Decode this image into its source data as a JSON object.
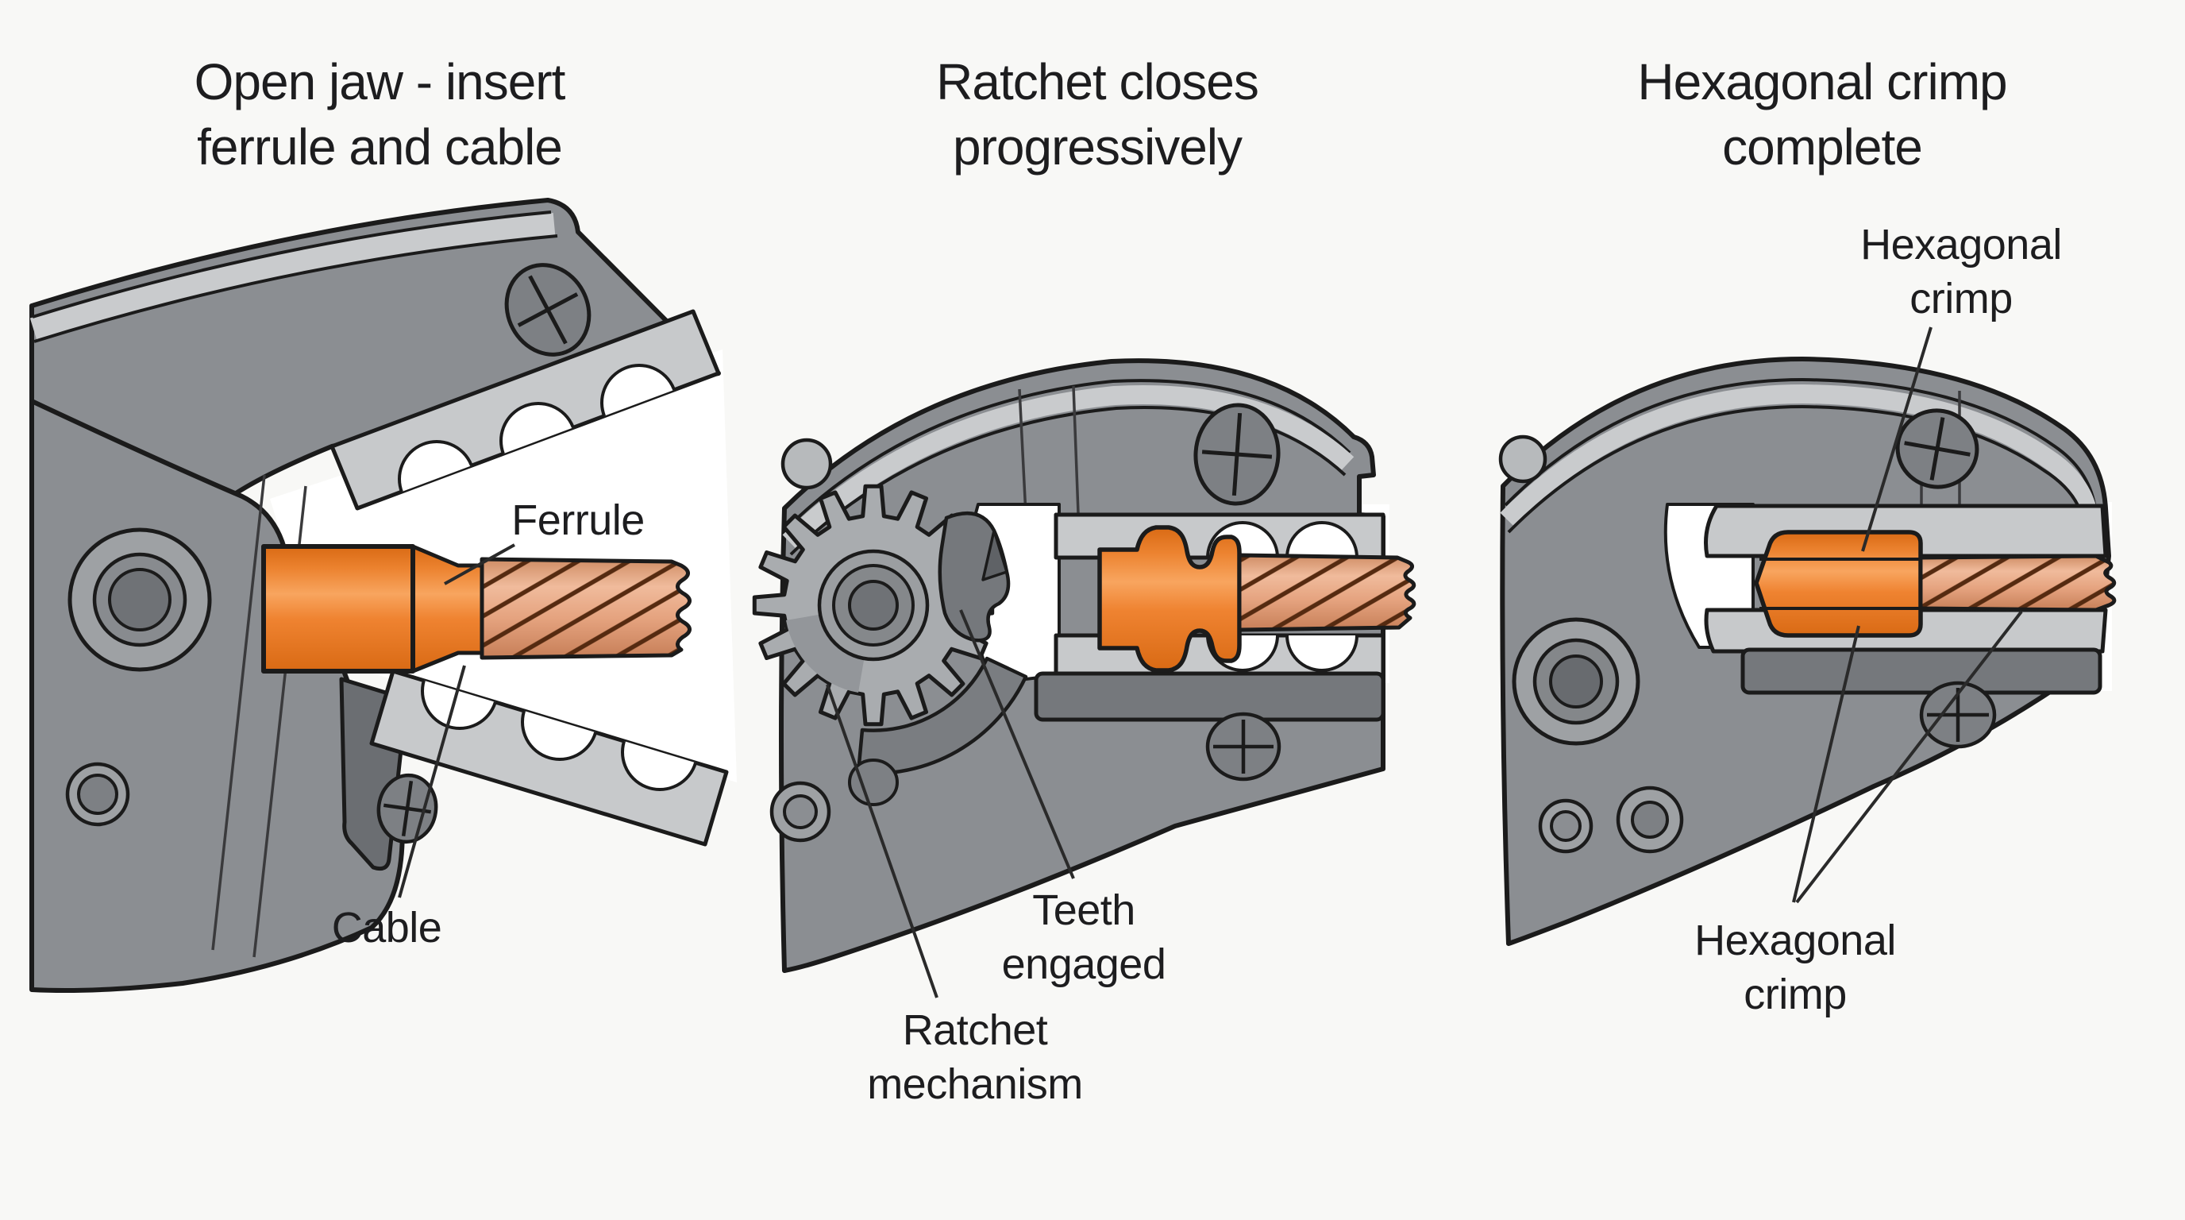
{
  "figure": {
    "type": "technical-diagram",
    "subject": "Ratchet crimping tool crimping a ferrule onto a cable - three stages",
    "panels": [
      {
        "id": "open-jaw",
        "title": "Open jaw - insert\nferrule and cable",
        "labels": {
          "ferrule": "Ferrule",
          "cable": "Cable"
        }
      },
      {
        "id": "ratchet-closing",
        "title": "Ratchet closes\nprogressively",
        "labels": {
          "teeth": "Teeth\nengaged",
          "ratchet": "Ratchet\nmechanism"
        }
      },
      {
        "id": "crimp-complete",
        "title": "Hexagonal crimp\ncomplete",
        "labels": {
          "crimp_top": "Hexagonal\ncrimp",
          "crimp_bottom": "Hexagonal\ncrimp"
        }
      }
    ],
    "colors": {
      "background": "#F8F8F6",
      "tool_body_gray": "#8B8E92",
      "tool_dark_gray": "#75787C",
      "die_light_gray": "#C7C9CB",
      "gear_gray": "#A9ACAF",
      "ferrule_orange": "#ED7C2B",
      "copper": "#E5A37F",
      "copper_stripe": "#552A10",
      "outline": "#1B1B1B",
      "text": "#1D1D1F"
    }
  }
}
